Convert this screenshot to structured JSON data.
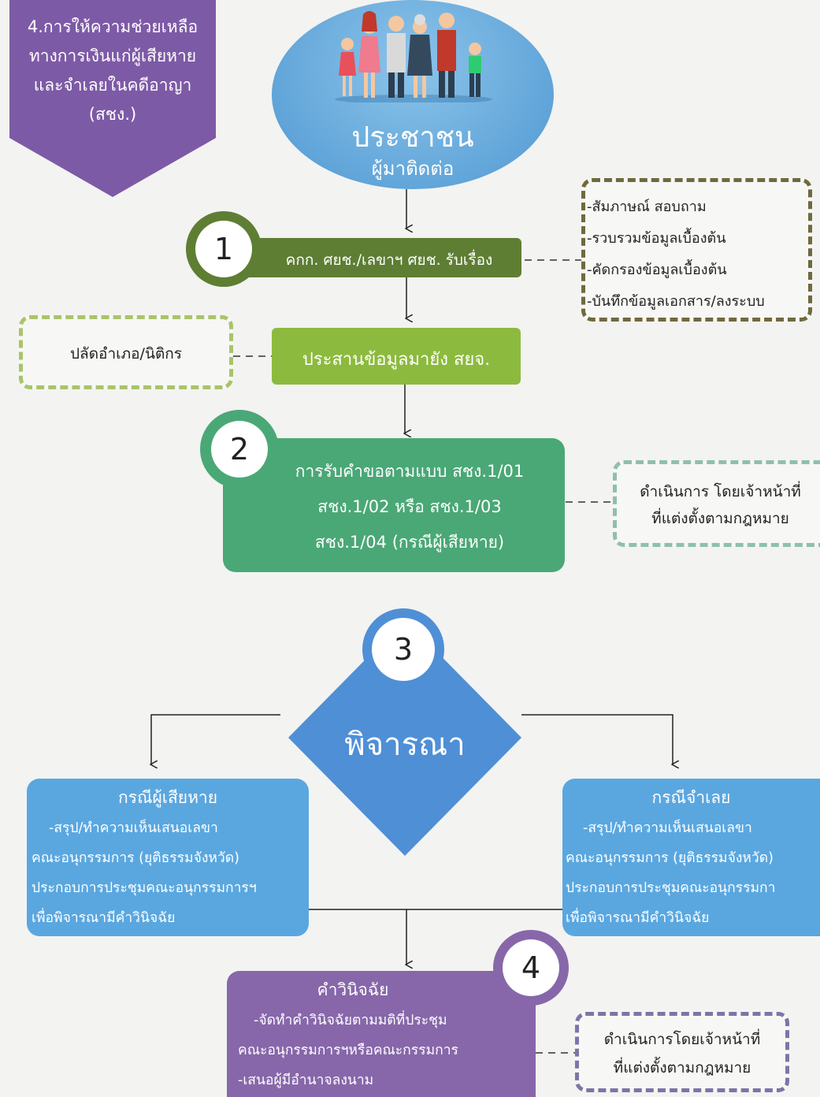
{
  "banner": {
    "line1": "4.การให้ความช่วยเหลือ",
    "line2": "ทางการเงินแก่ผู้เสียหาย",
    "line3": "และจำเลยในคดีอาญา",
    "line4": "(สชง.)"
  },
  "start": {
    "title": "ประชาชน",
    "subtitle": "ผู้มาติดต่อ"
  },
  "step1": {
    "number": "1",
    "label": "คกก. ศยช./เลขาฯ ศยช. รับเรื่อง",
    "notes": [
      "-สัมภาษณ์ สอบถาม",
      "-รวบรวมข้อมูลเบื้องต้น",
      "-คัดกรองข้อมูลเบื้องต้น",
      "-บันทึกข้อมูลเอกสาร/ลงระบบ"
    ]
  },
  "coord": {
    "label": "ประสานข้อมูลมายัง สยจ.",
    "side": "ปลัดอำเภอ/นิติกร"
  },
  "step2": {
    "number": "2",
    "line1": "การรับคำขอตามแบบ สชง.1/01",
    "line2": "สชง.1/02 หรือ สชง.1/03",
    "line3": "สชง.1/04 (กรณีผู้เสียหาย)",
    "note1": "ดำเนินการ โดยเจ้าหน้าที่",
    "note2": "ที่แต่งตั้งตามกฎหมาย"
  },
  "step3": {
    "number": "3",
    "label": "พิจารณา"
  },
  "victim": {
    "title": "กรณีผู้เสียหาย",
    "line1": "-สรุป/ทำความเห็นเสนอเลขา",
    "line2": "คณะอนุกรรมการ (ยุติธรรมจังหวัด)",
    "line3": "ประกอบการประชุมคณะอนุกรรมการฯ",
    "line4": "เพื่อพิจารณามีคำวินิจฉัย"
  },
  "defendant": {
    "title": "กรณีจำเลย",
    "line1": "-สรุป/ทำความเห็นเสนอเลขา",
    "line2": "คณะอนุกรรมการ (ยุติธรรมจังหวัด)",
    "line3": "ประกอบการประชุมคณะอนุกรรมกา",
    "line4": "เพื่อพิจารณามีคำวินิจฉัย"
  },
  "step4": {
    "number": "4",
    "title": "คำวินิจฉัย",
    "line1": "-จัดทำคำวินิจฉัยตามมติที่ประชุม",
    "line2": "คณะอนุกรรมการฯหรือคณะกรรมการ",
    "line3": "-เสนอผู้มีอำนาจลงนาม",
    "note1": "ดำเนินการโดยเจ้าหน้าที่",
    "note2": "ที่แต่งตั้งตามกฎหมาย"
  },
  "colors": {
    "purple": "#7d5aa6",
    "dark_green": "#5e7e34",
    "light_green": "#8cba3e",
    "teal": "#4aa876",
    "blue": "#5aa7e0",
    "diamond_blue": "#4f8fd6"
  }
}
